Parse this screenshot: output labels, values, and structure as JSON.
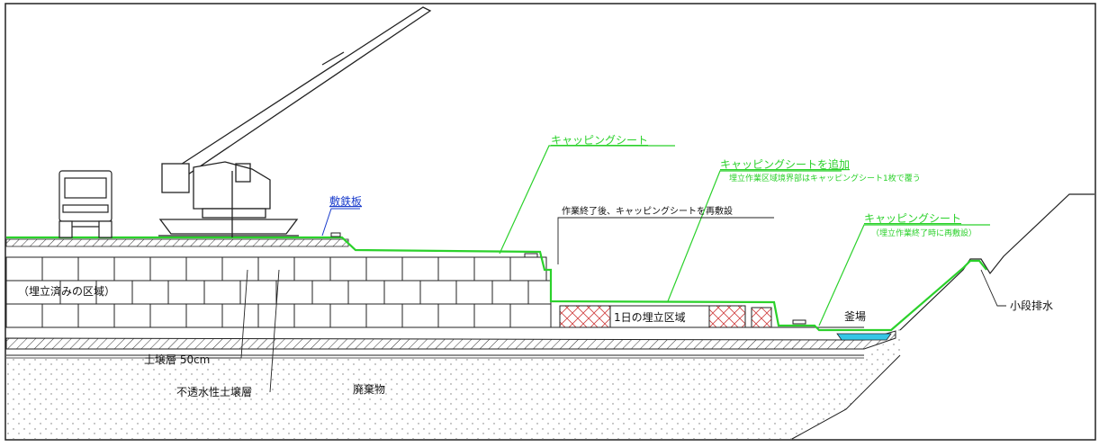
{
  "labels": {
    "capping_sheet_top": "キャッピングシート",
    "capping_sheet_add": "キャッピングシートを追加",
    "capping_sheet_add_note": "埋立作業区域境界部はキャッピングシート1枚で覆う",
    "capping_sheet_right": "キャッピングシート",
    "capping_sheet_right_note": "（埋立作業終了時に再敷設）",
    "steel_plate": "敷鉄板",
    "after_work_note": "作業終了後、キャッピングシートを再敷設",
    "landfilled_area": "（埋立済みの区域）",
    "daily_area": "1日の埋立区域",
    "kamaba": "釜場",
    "small_step_drainage": "小段排水",
    "soil_layer": "土壌層 50cm",
    "impermeable_layer": "不透水性土壌層",
    "waste": "廃棄物"
  },
  "colors": {
    "sheet_green": "#2bd12b",
    "link_blue": "#1a3ccc",
    "line_black": "#111111",
    "water_cyan": "#35c6e6",
    "hatch_red": "#d04040"
  }
}
